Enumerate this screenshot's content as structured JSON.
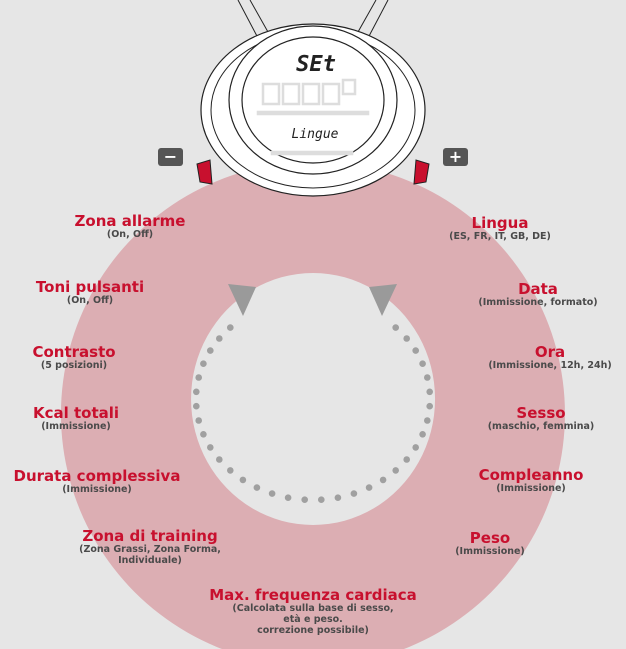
{
  "watch": {
    "screen_top": "SEt",
    "screen_bottom": "Lingue",
    "minus_label": "−",
    "plus_label": "+"
  },
  "colors": {
    "ring": "#dcaeb3",
    "accent": "#c8102e",
    "arrow": "#9a9a9a",
    "dots": "#a0a0a0"
  },
  "left_items": [
    {
      "title": "Zona allarme",
      "sub": [
        "(On, Off)"
      ]
    },
    {
      "title": "Toni pulsanti",
      "sub": [
        "(On, Off)"
      ]
    },
    {
      "title": "Contrasto",
      "sub": [
        "(5 posizioni)"
      ]
    },
    {
      "title": "Kcal totali",
      "sub": [
        "(Immissione)"
      ]
    },
    {
      "title": "Durata complessiva",
      "sub": [
        "(Immissione)"
      ]
    },
    {
      "title": "Zona di training",
      "sub": [
        "(Zona Grassi, Zona Forma,",
        "Individuale)"
      ]
    }
  ],
  "right_items": [
    {
      "title": "Lingua",
      "sub": [
        "(ES, FR, IT, GB, DE)"
      ]
    },
    {
      "title": "Data",
      "sub": [
        "(Immissione, formato)"
      ]
    },
    {
      "title": "Ora",
      "sub": [
        "(Immissione, 12h, 24h)"
      ]
    },
    {
      "title": "Sesso",
      "sub": [
        "(maschio, femmina)"
      ]
    },
    {
      "title": "Compleanno",
      "sub": [
        "(Immissione)"
      ]
    },
    {
      "title": "Peso",
      "sub": [
        "(Immissione)"
      ]
    }
  ],
  "bottom_item": {
    "title": "Max. frequenza cardiaca",
    "sub": [
      "(Calcolata sulla base di sesso,",
      "età e peso.",
      "correzione possibile)"
    ]
  }
}
